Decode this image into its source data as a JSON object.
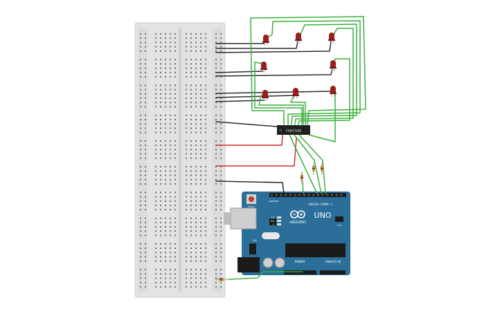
{
  "colors": {
    "background": "#ffffff",
    "breadboard": "#e3e3e3",
    "breadboard_edge": "#cfcfcf",
    "breadboard_hole": "#6e6e6e",
    "arduino_board": "#2b6e99",
    "arduino_dark": "#1d4f70",
    "led_red": "#9b1f1f",
    "wire_green": "#3aae3a",
    "wire_red": "#d22b2b",
    "wire_black": "#2a2a2a",
    "ic_black": "#1f1f1f",
    "resistor_body": "#d9b36b"
  },
  "ic": {
    "label": "74HC595"
  },
  "arduino": {
    "brand": "ARDUINO",
    "model": "UNO",
    "digital_label": "DIGITAL (PWM ~)",
    "power_label": "POWER",
    "analog_label": "ANALOG IN",
    "tx_label": "TX",
    "rx_label": "RX",
    "l_label": "L",
    "aref_label": "AREF",
    "gnd_label": "GND",
    "on_label": "ON",
    "icsp_label": "ICSP",
    "reset_label": "RESET"
  },
  "leds": [
    {
      "id": "led-1",
      "color": "red"
    },
    {
      "id": "led-2",
      "color": "red"
    },
    {
      "id": "led-3",
      "color": "red"
    },
    {
      "id": "led-4",
      "color": "red"
    },
    {
      "id": "led-5",
      "color": "red"
    },
    {
      "id": "led-6",
      "color": "red"
    },
    {
      "id": "led-7",
      "color": "red"
    },
    {
      "id": "led-8",
      "color": "red"
    }
  ],
  "resistors": [
    {
      "id": "resistor-1"
    },
    {
      "id": "resistor-2"
    },
    {
      "id": "resistor-3"
    },
    {
      "id": "resistor-4"
    }
  ]
}
